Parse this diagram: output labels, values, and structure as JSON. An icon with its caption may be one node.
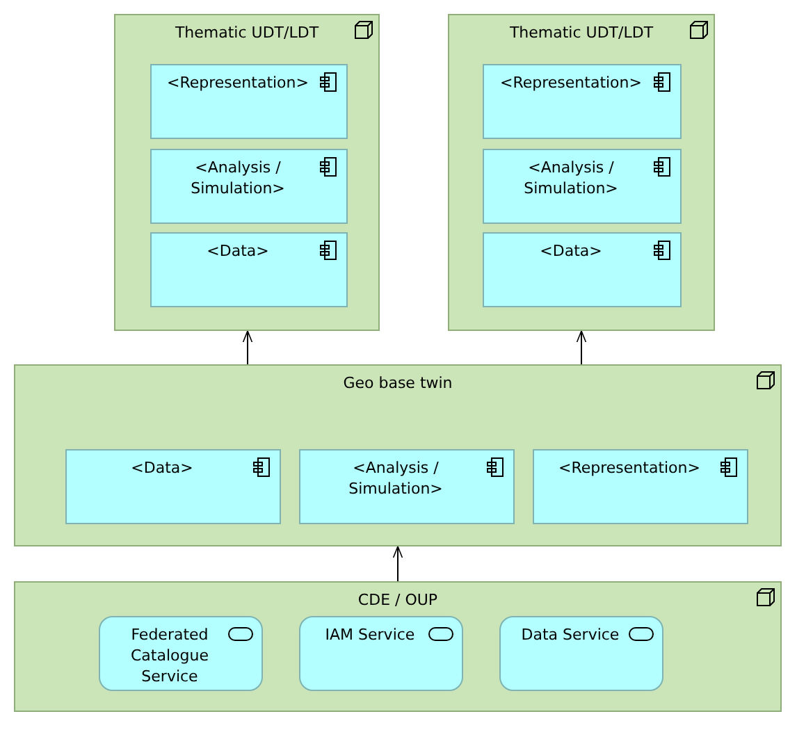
{
  "diagram": {
    "nodes": [
      {
        "text": [
          "Thematic UDT/LDT"
        ]
      },
      {
        "text": [
          "<Representation>"
        ],
        "in": 0
      },
      {
        "text": [
          "<Analysis / Simulation>"
        ],
        "in": 0
      },
      {
        "text": [
          "<Data>"
        ],
        "in": 0
      },
      {
        "text": [
          "Thematic UDT/LDT"
        ]
      },
      {
        "text": [
          "<Representation>"
        ],
        "in": 4
      },
      {
        "text": [
          "<Analysis / Simulation>"
        ],
        "in": 4
      },
      {
        "text": [
          "<Data>"
        ],
        "in": 4
      },
      {
        "text": [
          "Geo base twin"
        ]
      },
      {
        "text": [
          "<Data>"
        ],
        "in": 8
      },
      {
        "text": [
          "<Analysis / Simulation>"
        ],
        "in": 8
      },
      {
        "text": [
          "<Representation>"
        ],
        "in": 8
      },
      {
        "text": [
          "CDE / OUP"
        ]
      },
      {
        "text": [
          "Federated Catalogue Service"
        ],
        "in": 12
      },
      {
        "text": [
          "IAM Service"
        ],
        "in": 12
      },
      {
        "text": [
          "Data Service"
        ],
        "in": 12
      }
    ],
    "edges": [
      {
        "from": 8,
        "to": 0,
        "arrow": "to"
      },
      {
        "from": 8,
        "to": 4,
        "arrow": "to"
      },
      {
        "from": 12,
        "to": 8,
        "arrow": "to"
      }
    ]
  }
}
